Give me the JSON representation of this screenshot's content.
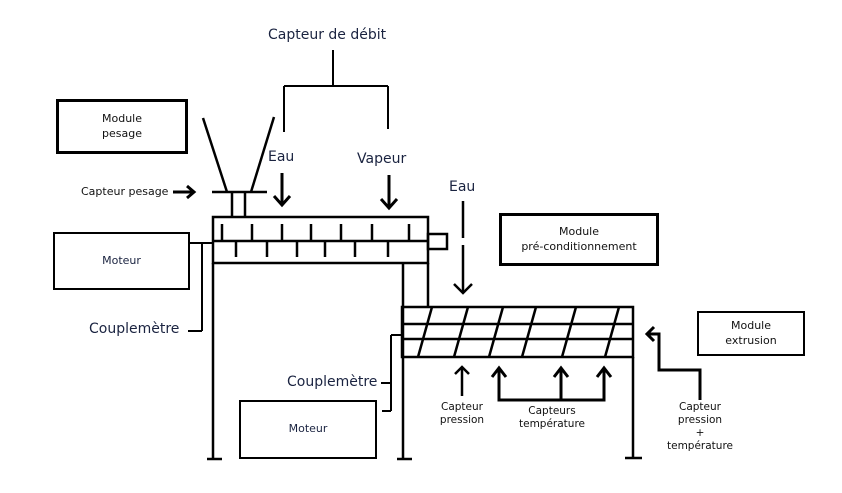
{
  "diagram": {
    "title": "Capteur de débit",
    "modules": {
      "pesage": [
        "Module",
        "pesage"
      ],
      "preconditionnement": [
        "Module",
        "pré-conditionnement"
      ],
      "extrusion": [
        "Module",
        "extrusion"
      ]
    },
    "motors": {
      "top": "Moteur",
      "bottom": "Moteur"
    },
    "inputs": {
      "eau_1": "Eau",
      "vapeur": "Vapeur",
      "eau_2": "Eau"
    },
    "sensors": {
      "capteur_pesage": "Capteur pesage",
      "couplemetre_1": "Couplemètre",
      "couplemetre_2": "Couplemètre",
      "capteur_pression": [
        "Capteur",
        "pression"
      ],
      "capteurs_temperature": [
        "Capteurs",
        "température"
      ],
      "capteur_pression_temperature": [
        "Capteur",
        "pression",
        "+",
        "température"
      ]
    }
  }
}
